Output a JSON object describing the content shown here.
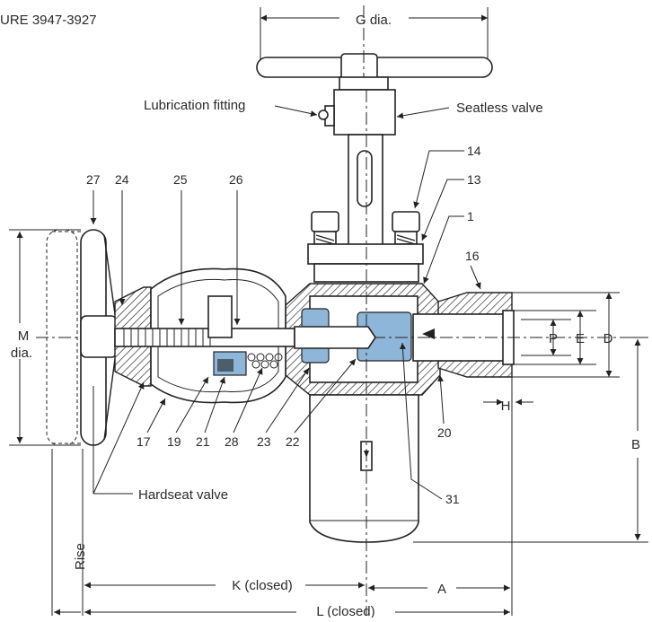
{
  "figure": {
    "title": "URE 3947-3927"
  },
  "callouts": {
    "lubrication": "Lubrication fitting",
    "seatless": "Seatless valve",
    "hardseat": "Hardseat valve"
  },
  "dimensions": {
    "g": "G dia.",
    "m_line1": "M",
    "m_line2": "dia.",
    "p": "P",
    "e": "E",
    "d": "D",
    "h": "H",
    "b": "B",
    "rise": "Rise",
    "k": "K (closed)",
    "a": "A",
    "l": "L (closed)"
  },
  "parts": {
    "p27": "27",
    "p24": "24",
    "p25": "25",
    "p26": "26",
    "p14": "14",
    "p13": "13",
    "p1": "1",
    "p16": "16",
    "p17": "17",
    "p19": "19",
    "p21": "21",
    "p28": "28",
    "p23": "23",
    "p22": "22",
    "p20": "20",
    "p31": "31"
  }
}
